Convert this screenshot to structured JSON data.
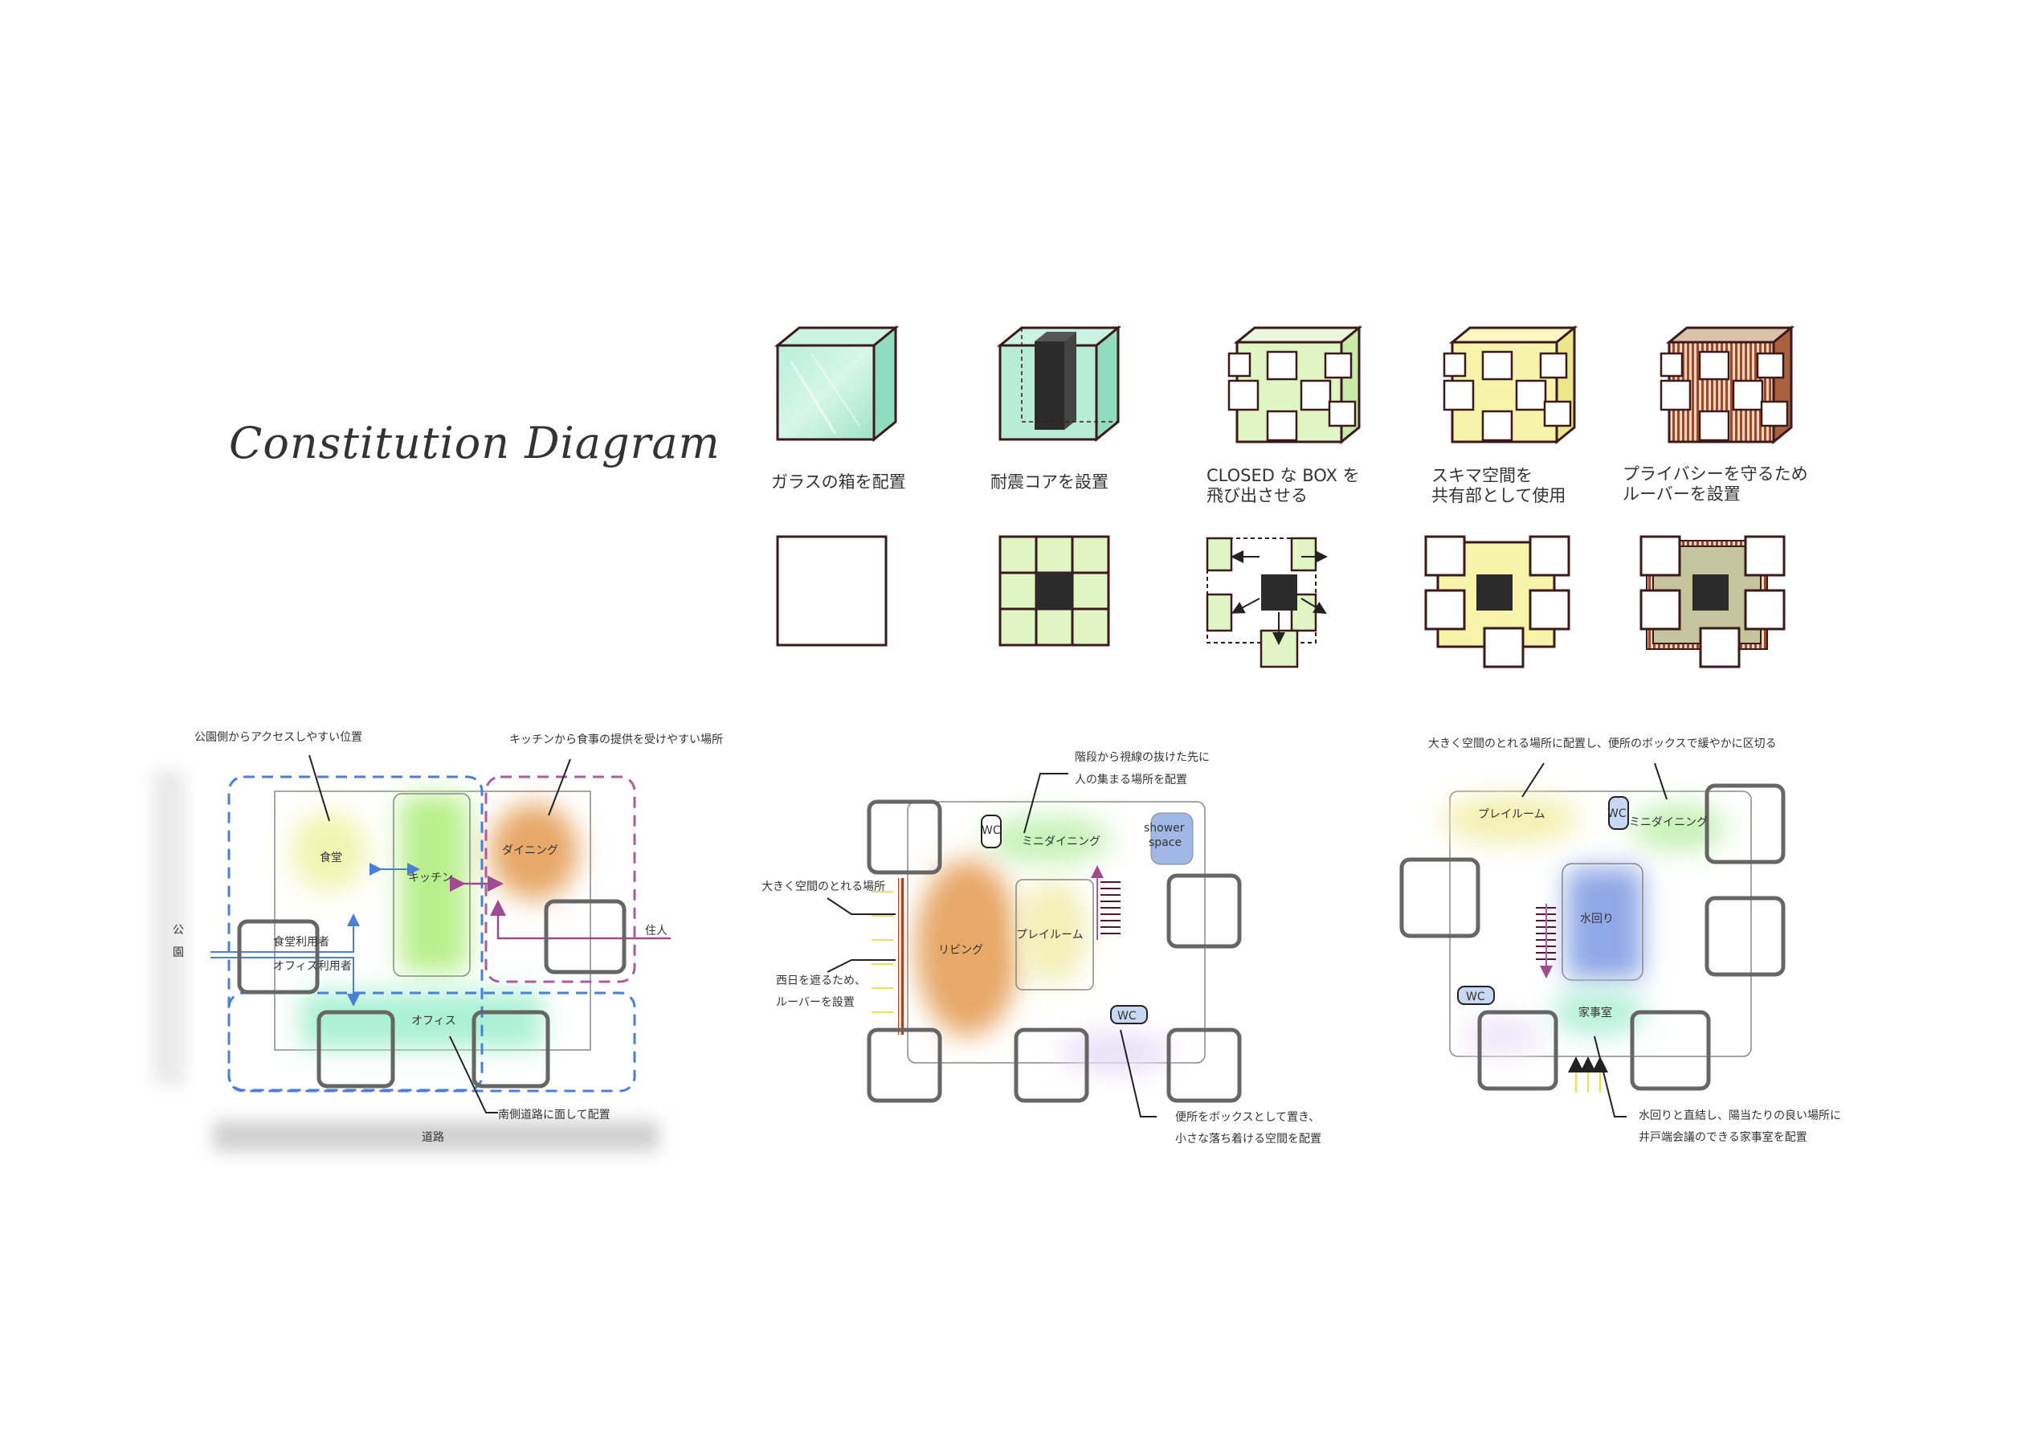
{
  "title": "Constitution Diagram",
  "steps": [
    {
      "caption": "ガラスの箱を配置"
    },
    {
      "caption": "耐震コアを設置"
    },
    {
      "caption": "CLOSED な BOX を\n飛び出させる"
    },
    {
      "caption": "スキマ空間を\n共有部として使用"
    },
    {
      "caption": "プライバシーを守るため\nルーバーを設置"
    }
  ],
  "plan1": {
    "note_top_left": "公園側からアクセスしやすい位置",
    "note_top_right": "キッチンから食事の提供を受けやすい場所",
    "shokudo": "食堂",
    "kitchen": "キッチン",
    "dining": "ダイニング",
    "park_1": "公",
    "park_2": "園",
    "users_1": "食堂利用者",
    "users_2": "オフィス利用者",
    "resident": "住人",
    "office": "オフィス",
    "road": "道路",
    "note_bottom": "南側道路に面して配置"
  },
  "plan2": {
    "note_top_1": "階段から視線の抜けた先に",
    "note_top_2": "人の集まる場所を配置",
    "wc_1": "WC",
    "mini_dining": "ミニダイニング",
    "shower_1": "shower",
    "shower_2": "space",
    "note_left_1": "大きく空間のとれる場所",
    "living": "リビング",
    "playroom": "プレイルーム",
    "note_left_2a": "西日を遮るため、",
    "note_left_2b": "ルーバーを設置",
    "wc_2": "WC",
    "note_bottom_1": "便所をボックスとして置き、",
    "note_bottom_2": "小さな落ち着ける空間を配置"
  },
  "plan3": {
    "note_top": "大きく空間のとれる場所に配置し、便所のボックスで緩やかに区切る",
    "playroom": "プレイルーム",
    "wc_1": "WC",
    "mini_dining": "ミニダイニング",
    "mizumawari": "水回り",
    "wc_2": "WC",
    "kajishitsu": "家事室",
    "note_bottom_1": "水回りと直結し、陽当たりの良い場所に",
    "note_bottom_2": "井戸端会議のできる家事室を配置"
  },
  "colors": {
    "glass": "#a6e8d0",
    "core": "#333333",
    "light_green": "#dff5c4",
    "yellow": "#f7f3a8",
    "khaki": "#c6c49c",
    "louver": "#9a4a2a",
    "blue_dash": "#4a7fd6",
    "purple_dash": "#b05aa0"
  }
}
